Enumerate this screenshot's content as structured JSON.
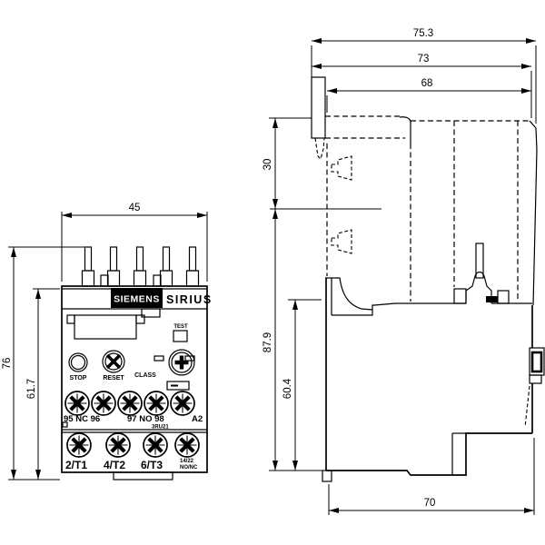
{
  "title": "Siemens 3RU21 overload relay dimension drawing",
  "front_view": {
    "dim_width": "45",
    "dim_height_total": "76",
    "dim_height_body": "61.7",
    "brand_siemens": "SIEMENS",
    "brand_sirius": "SIRIUS",
    "test_label": "TEST",
    "stop_label": "STOP",
    "reset_label": "RESET",
    "class_label": "CLASS",
    "aux_terminals_left": "95 NC 96",
    "aux_terminals_mid": "97 NO 98",
    "aux_terminals_right": "A2",
    "product_code": "3RU21",
    "main_terminal_1": "2/T1",
    "main_terminal_2": "4/T2",
    "main_terminal_3": "6/T3",
    "aux_small_line1": "14/22",
    "aux_small_line2": "NO/NC"
  },
  "side_view": {
    "dim_depth_overall": "75.3",
    "dim_depth_mid": "73",
    "dim_depth_body": "68",
    "dim_top_offset": "30",
    "dim_height_overall": "87.9",
    "dim_height_body": "60.4",
    "dim_bottom_width": "70"
  },
  "colors": {
    "line": "#000000",
    "background": "#ffffff"
  }
}
